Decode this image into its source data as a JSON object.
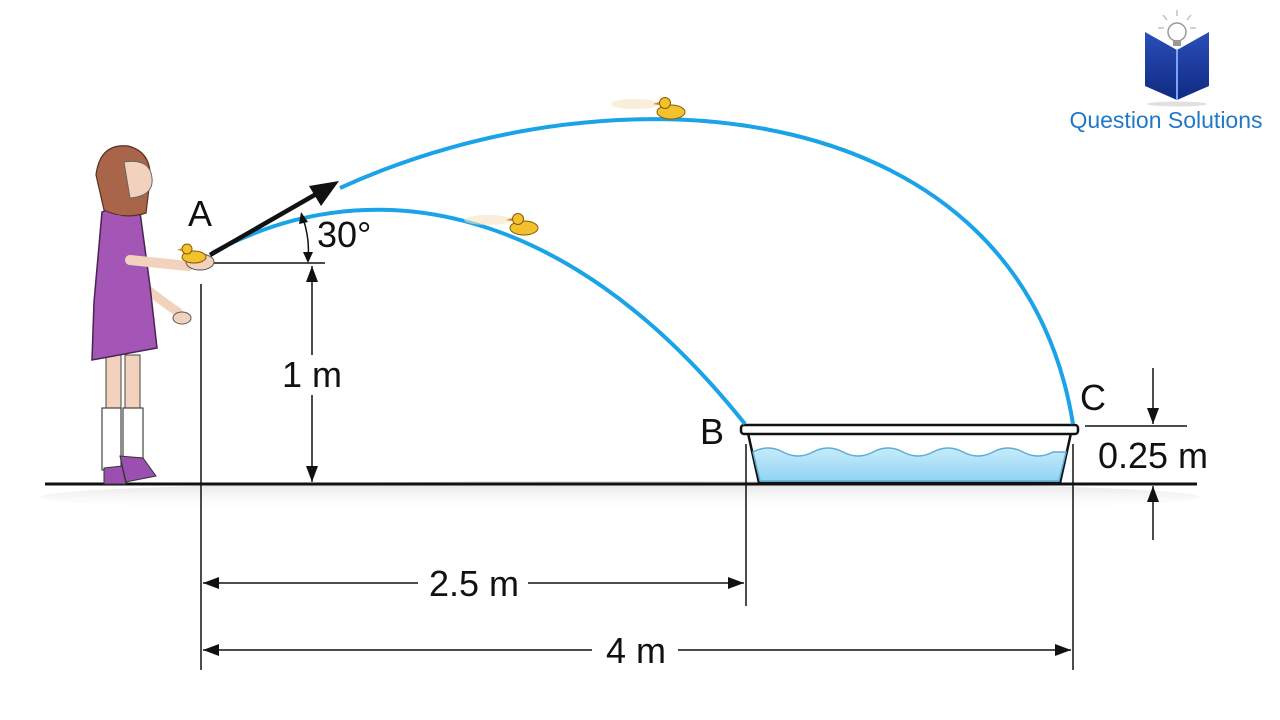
{
  "branding": {
    "name": "Question Solutions",
    "logo_icon": "book-lightbulb-logo",
    "color": "#1f78c8"
  },
  "labels": {
    "point_a": "A",
    "point_b": "B",
    "point_c": "C",
    "angle": "30°",
    "height_a": "1 m",
    "height_pool": "0.25 m",
    "dist_b": "2.5 m",
    "dist_c": "4 m"
  },
  "colors": {
    "trajectory": "#1aa3e6",
    "water": "#aee0f7",
    "dress": "#a356b5",
    "duck": "#f2c12e",
    "ground": "#111111"
  },
  "icons": {
    "figure": "girl-throwing-icon",
    "duck": "rubber-duck-icon"
  }
}
